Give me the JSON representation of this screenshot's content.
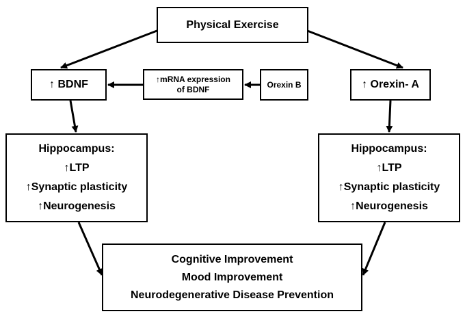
{
  "nodes": {
    "exercise": "Physical Exercise",
    "bdnf": "↑ BDNF",
    "mrna": [
      "↑mRNA expression",
      "of BDNF"
    ],
    "orexin_b": "Orexin B",
    "orexin_a": "↑ Orexin- A",
    "hippocampus_left": [
      "Hippocampus:",
      "↑LTP",
      "↑Synaptic plasticity",
      "↑Neurogenesis"
    ],
    "hippocampus_right": [
      "Hippocampus:",
      "↑LTP",
      "↑Synaptic plasticity",
      "↑Neurogenesis"
    ],
    "outcomes": [
      "Cognitive Improvement",
      "Mood Improvement",
      "Neurodegenerative Disease Prevention"
    ]
  },
  "edges": [
    {
      "from": "exercise",
      "to": "bdnf"
    },
    {
      "from": "exercise",
      "to": "orexin_a"
    },
    {
      "from": "orexin_b",
      "to": "mrna"
    },
    {
      "from": "mrna",
      "to": "bdnf"
    },
    {
      "from": "bdnf",
      "to": "hippocampus_left"
    },
    {
      "from": "orexin_a",
      "to": "hippocampus_right"
    },
    {
      "from": "hippocampus_left",
      "to": "outcomes"
    },
    {
      "from": "hippocampus_right",
      "to": "outcomes"
    }
  ],
  "colors": {
    "stroke": "#000000",
    "fill": "#ffffff"
  }
}
